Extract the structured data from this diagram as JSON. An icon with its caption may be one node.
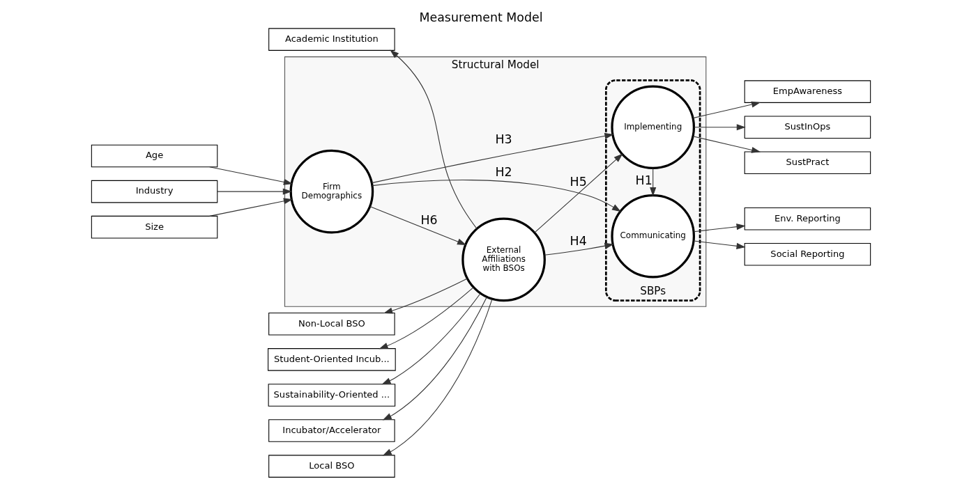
{
  "diagram": {
    "title": "Measurement Model",
    "nodes": [
      {
        "text": [
          "Structural Model"
        ]
      },
      {
        "text": [
          "Firm Demographics"
        ],
        "in": 0
      },
      {
        "text": [
          "External Affiliations with BSOs"
        ],
        "in": 0
      },
      {
        "text": [
          "SBPs"
        ],
        "in": 0
      },
      {
        "text": [
          "Communicating"
        ],
        "in": 3
      },
      {
        "text": [
          "Implementing"
        ],
        "in": 3
      },
      {
        "text": [
          "Age"
        ]
      },
      {
        "text": [
          "Industry"
        ]
      },
      {
        "text": [
          "Size"
        ]
      },
      {
        "text": [
          "Academic Institution"
        ]
      },
      {
        "text": [
          "Incubator/Accelerator"
        ]
      },
      {
        "text": [
          "Local BSO"
        ]
      },
      {
        "text": [
          "Non-Local BSO"
        ]
      },
      {
        "text": [
          "Student-Oriented Incub..."
        ]
      },
      {
        "text": [
          "Sustainability-Oriented ..."
        ]
      },
      {
        "text": [
          "Env. Reporting"
        ]
      },
      {
        "text": [
          "Social Reporting"
        ]
      },
      {
        "text": [
          "EmpAwareness"
        ]
      },
      {
        "text": [
          "SustInOps"
        ]
      },
      {
        "text": [
          "SustPract"
        ]
      }
    ],
    "edges": [
      {
        "from": 6,
        "to": 1,
        "arrow": "to"
      },
      {
        "from": 7,
        "to": 1,
        "arrow": "to"
      },
      {
        "from": 8,
        "to": 1,
        "arrow": "to"
      },
      {
        "from": 1,
        "to": 4,
        "arrow": "to",
        "label": "H2"
      },
      {
        "from": 1,
        "to": 5,
        "arrow": "to",
        "label": "H3"
      },
      {
        "from": 1,
        "to": 2,
        "arrow": "to",
        "label": "H6"
      },
      {
        "from": 2,
        "to": 4,
        "arrow": "to",
        "label": "H4"
      },
      {
        "from": 2,
        "to": 5,
        "arrow": "to",
        "label": "H5"
      },
      {
        "from": 5,
        "to": 4,
        "arrow": "to",
        "label": "H1"
      },
      {
        "from": 2,
        "to": 9,
        "arrow": "to"
      },
      {
        "from": 2,
        "to": 10,
        "arrow": "to"
      },
      {
        "from": 2,
        "to": 11,
        "arrow": "to"
      },
      {
        "from": 2,
        "to": 12,
        "arrow": "to"
      },
      {
        "from": 2,
        "to": 13,
        "arrow": "to"
      },
      {
        "from": 2,
        "to": 14,
        "arrow": "to"
      },
      {
        "from": 4,
        "to": 15,
        "arrow": "to"
      },
      {
        "from": 4,
        "to": 16,
        "arrow": "to"
      },
      {
        "from": 5,
        "to": 17,
        "arrow": "to"
      },
      {
        "from": 5,
        "to": 18,
        "arrow": "to"
      },
      {
        "from": 5,
        "to": 19,
        "arrow": "to"
      }
    ]
  }
}
